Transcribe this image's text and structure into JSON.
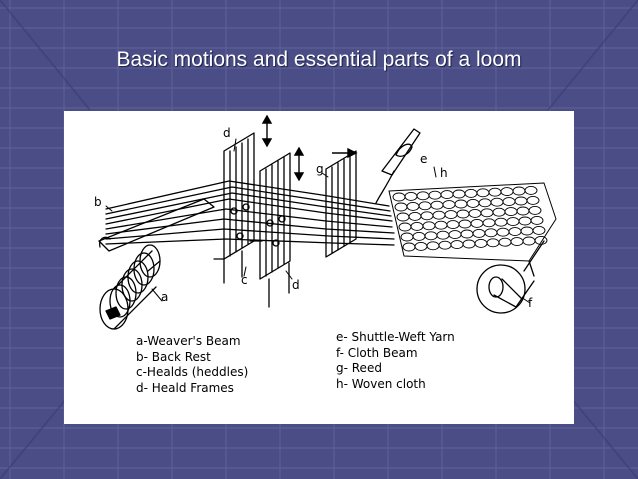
{
  "slide": {
    "title": "Basic motions and essential parts of a loom",
    "colors": {
      "background": "#4b4e86",
      "grid_line": "#6b6fa3",
      "panel": "#ffffff",
      "title_text": "#ffffff"
    }
  },
  "diagram": {
    "part_labels": {
      "a": "a",
      "b": "b",
      "c": "c",
      "d_top": "d",
      "d_bottom": "d",
      "e": "e",
      "f": "f",
      "g": "g",
      "h": "h"
    },
    "icons": [
      "double-arrow-up-down-icon",
      "double-arrow-up-down-icon",
      "arrow-right-icon"
    ],
    "legend_left": [
      "a-Weaver's Beam",
      "b- Back Rest",
      "c-Healds (heddles)",
      "d- Heald Frames"
    ],
    "legend_right": [
      "e- Shuttle-Weft Yarn",
      "f- Cloth Beam",
      "g- Reed",
      "h- Woven cloth"
    ]
  }
}
